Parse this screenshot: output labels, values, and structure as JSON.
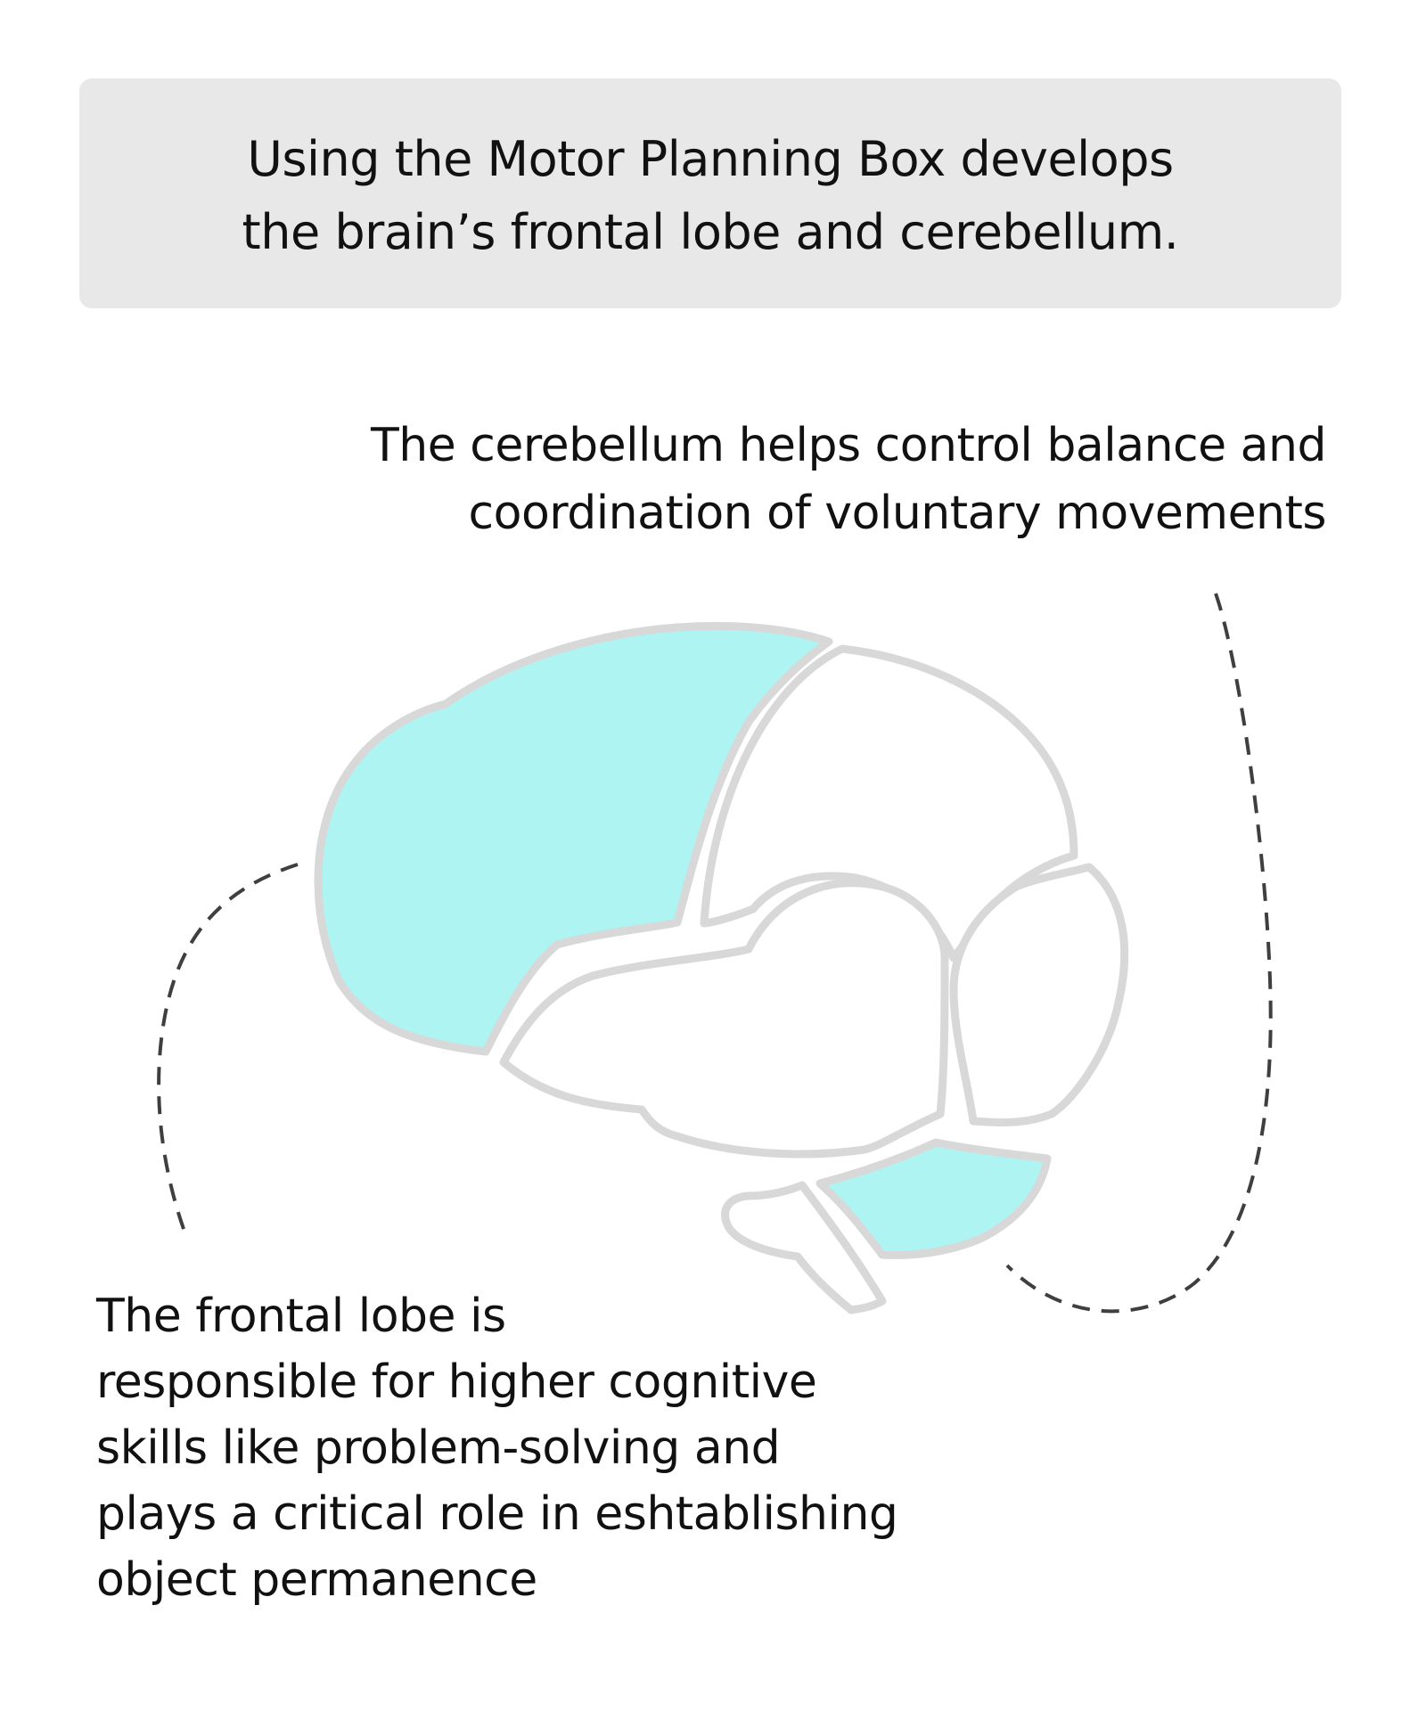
{
  "header": {
    "line1": "Using the Motor Planning Box develops",
    "line2": "the brain’s frontal lobe and cerebellum."
  },
  "cerebellum_label": {
    "line1": "The cerebellum helps control balance and",
    "line2": "coordination of voluntary movements"
  },
  "frontal_lobe_label": {
    "line1": "The frontal lobe is",
    "line2": "responsible for higher cognitive",
    "line3": "skills like problem-solving and",
    "line4": "plays a critical role in eshtablishing",
    "line5": "object permanence"
  },
  "colors": {
    "highlight": "#aef4f2",
    "outline": "#d8d8d8",
    "header_background": "#e8e8e8",
    "leader_line": "#3f3f3f",
    "text": "#111111"
  }
}
